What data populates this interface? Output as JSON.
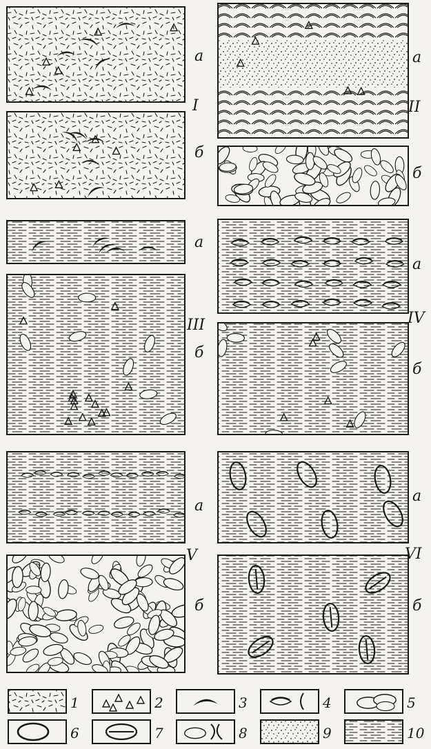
{
  "figure": {
    "colors": {
      "ink": "#1a1a1a",
      "paper": "#f4f3ef"
    },
    "groups": [
      {
        "roman": "I",
        "panels": [
          {
            "letter": "а",
            "pattern": [
              "1",
              "2",
              "3"
            ]
          },
          {
            "letter": "б",
            "pattern": [
              "1",
              "2",
              "3"
            ]
          }
        ]
      },
      {
        "roman": "II",
        "panels": [
          {
            "letter": "а",
            "pattern": [
              "9",
              "3",
              "2"
            ]
          },
          {
            "letter": "б",
            "pattern": [
              "5"
            ]
          }
        ]
      },
      {
        "roman": "III",
        "panels": [
          {
            "letter": "а",
            "pattern": [
              "10",
              "3"
            ]
          },
          {
            "letter": "б",
            "pattern": [
              "10",
              "5",
              "2"
            ]
          }
        ]
      },
      {
        "roman": "IV",
        "panels": [
          {
            "letter": "а",
            "pattern": [
              "10",
              "4"
            ]
          },
          {
            "letter": "б",
            "pattern": [
              "10",
              "8",
              "2"
            ]
          }
        ]
      },
      {
        "roman": "V",
        "panels": [
          {
            "letter": "а",
            "pattern": [
              "10",
              "4"
            ]
          },
          {
            "letter": "б",
            "pattern": [
              "5"
            ]
          }
        ]
      },
      {
        "roman": "VI",
        "panels": [
          {
            "letter": "а",
            "pattern": [
              "10",
              "6"
            ]
          },
          {
            "letter": "б",
            "pattern": [
              "10",
              "7"
            ]
          }
        ]
      }
    ],
    "legend": [
      {
        "num": "1",
        "icon": "dash-scatter-icon"
      },
      {
        "num": "2",
        "icon": "triangle-fragments-icon"
      },
      {
        "num": "3",
        "icon": "crescent-icon"
      },
      {
        "num": "4",
        "icon": "curved-shell-icon"
      },
      {
        "num": "5",
        "icon": "oval-cluster-icon"
      },
      {
        "num": "6",
        "icon": "open-oval-icon"
      },
      {
        "num": "7",
        "icon": "oval-with-bar-icon"
      },
      {
        "num": "8",
        "icon": "oval-curl-icon"
      },
      {
        "num": "9",
        "icon": "stipple-icon"
      },
      {
        "num": "10",
        "icon": "horizontal-hatch-icon"
      }
    ]
  }
}
